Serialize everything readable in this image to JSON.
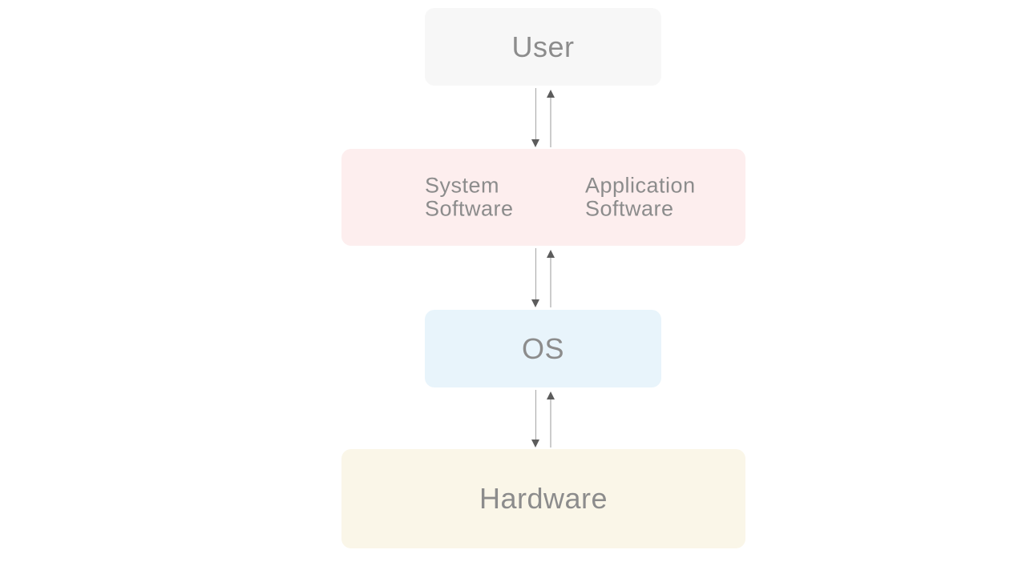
{
  "diagram": {
    "type": "layered-architecture",
    "background": "#ffffff",
    "text_color": "#8c8c8c",
    "arrow": {
      "down_line_color": "#a6a6a6",
      "up_line_color": "#cccccc",
      "head_color": "#5c5c5c"
    },
    "nodes": {
      "user": {
        "label": "User",
        "fill": "#f7f7f7"
      },
      "software": {
        "fill": "#fdeeee",
        "items": [
          {
            "label": "System\nSoftware"
          },
          {
            "label": "Application\nSoftware"
          }
        ]
      },
      "os": {
        "label": "OS",
        "fill": "#e8f4fb"
      },
      "hardware": {
        "label": "Hardware",
        "fill": "#faf6e8"
      }
    },
    "edges": [
      {
        "from": "User",
        "to": "System/Application Software",
        "bidirectional": true
      },
      {
        "from": "System/Application Software",
        "to": "OS",
        "bidirectional": true
      },
      {
        "from": "OS",
        "to": "Hardware",
        "bidirectional": true
      }
    ]
  }
}
